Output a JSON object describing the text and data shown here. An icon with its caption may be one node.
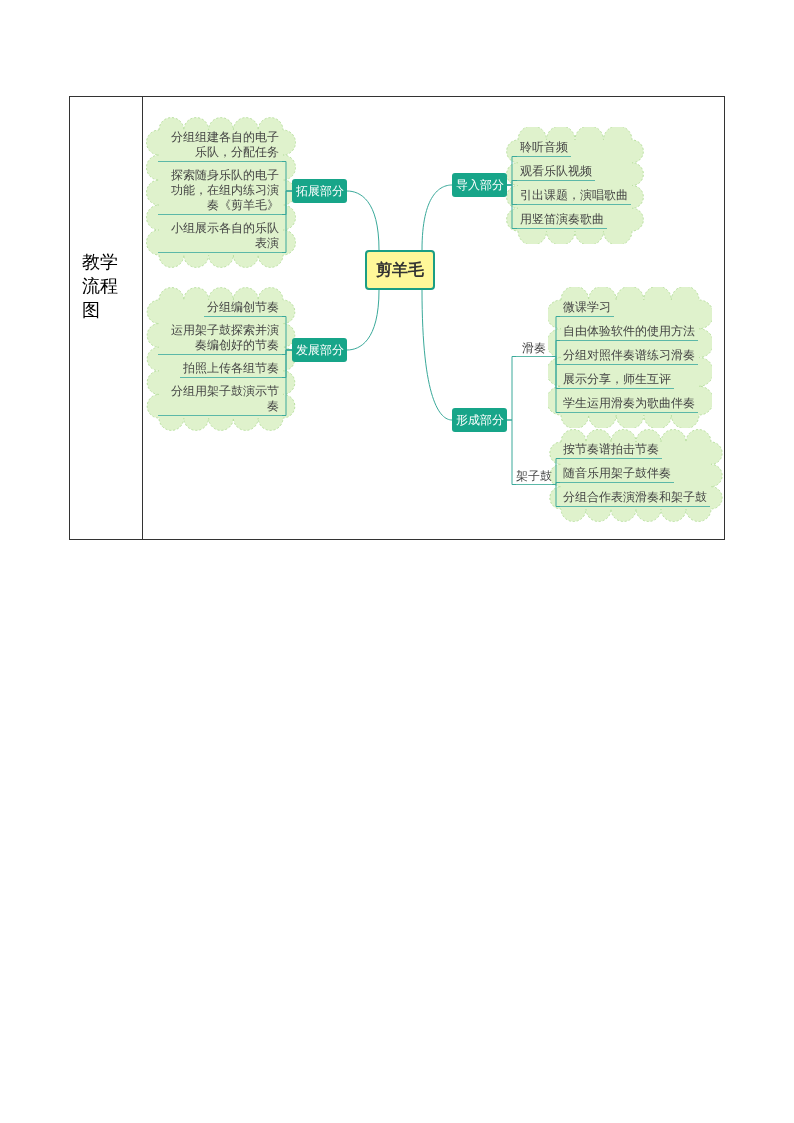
{
  "diagram": {
    "nodes": [
      {
        "text": [
          "剪羊毛"
        ]
      },
      {
        "text": [
          "拓展部分"
        ]
      },
      {
        "text": [],
        "shape": "cloud"
      },
      {
        "text": [
          "分组组建各自的电子乐队，分配任务"
        ],
        "in": 2
      },
      {
        "text": [
          "探索随身乐队的电子功能，在组内练习演奏《剪羊毛》"
        ],
        "in": 2
      },
      {
        "text": [
          "小组展示各自的乐队表演"
        ],
        "in": 2
      },
      {
        "text": [
          "导入部分"
        ]
      },
      {
        "text": [],
        "shape": "cloud"
      },
      {
        "text": [
          "聆听音频"
        ],
        "in": 7
      },
      {
        "text": [
          "观看乐队视频"
        ],
        "in": 7
      },
      {
        "text": [
          "引出课题，演唱歌曲"
        ],
        "in": 7
      },
      {
        "text": [
          "用竖笛演奏歌曲"
        ],
        "in": 7
      },
      {
        "text": [
          "发展部分"
        ]
      },
      {
        "text": [],
        "shape": "cloud"
      },
      {
        "text": [
          "分组编创节奏"
        ],
        "in": 13
      },
      {
        "text": [
          "运用架子鼓探索并演奏编创好的节奏"
        ],
        "in": 13
      },
      {
        "text": [
          "拍照上传各组节奏"
        ],
        "in": 13
      },
      {
        "text": [
          "分组用架子鼓演示节奏"
        ],
        "in": 13
      },
      {
        "text": [
          "形成部分"
        ]
      },
      {
        "text": [
          "滑奏"
        ]
      },
      {
        "text": [],
        "shape": "cloud"
      },
      {
        "text": [
          "微课学习"
        ],
        "in": 20
      },
      {
        "text": [
          "自由体验软件的使用方法"
        ],
        "in": 20
      },
      {
        "text": [
          "分组对照伴奏谱练习滑奏"
        ],
        "in": 20
      },
      {
        "text": [
          "展示分享，师生互评"
        ],
        "in": 20
      },
      {
        "text": [
          "学生运用滑奏为歌曲伴奏"
        ],
        "in": 20
      },
      {
        "text": [
          "架子鼓"
        ]
      },
      {
        "text": [],
        "shape": "cloud"
      },
      {
        "text": [
          "按节奏谱拍击节奏"
        ],
        "in": 27
      },
      {
        "text": [
          "随音乐用架子鼓伴奏"
        ],
        "in": 27
      },
      {
        "text": [
          "分组合作表演滑奏和架子鼓"
        ],
        "in": 27
      }
    ],
    "edges": [
      {
        "from": 0,
        "to": 1,
        "arrow": "none"
      },
      {
        "from": 1,
        "to": 3,
        "arrow": "none"
      },
      {
        "from": 1,
        "to": 4,
        "arrow": "none"
      },
      {
        "from": 1,
        "to": 5,
        "arrow": "none"
      },
      {
        "from": 0,
        "to": 6,
        "arrow": "none"
      },
      {
        "from": 6,
        "to": 8,
        "arrow": "none"
      },
      {
        "from": 6,
        "to": 9,
        "arrow": "none"
      },
      {
        "from": 6,
        "to": 10,
        "arrow": "none"
      },
      {
        "from": 6,
        "to": 11,
        "arrow": "none"
      },
      {
        "from": 0,
        "to": 12,
        "arrow": "none"
      },
      {
        "from": 12,
        "to": 14,
        "arrow": "none"
      },
      {
        "from": 12,
        "to": 15,
        "arrow": "none"
      },
      {
        "from": 12,
        "to": 16,
        "arrow": "none"
      },
      {
        "from": 12,
        "to": 17,
        "arrow": "none"
      },
      {
        "from": 0,
        "to": 18,
        "arrow": "none"
      },
      {
        "from": 18,
        "to": 19,
        "arrow": "none"
      },
      {
        "from": 19,
        "to": 21,
        "arrow": "none"
      },
      {
        "from": 19,
        "to": 22,
        "arrow": "none"
      },
      {
        "from": 19,
        "to": 23,
        "arrow": "none"
      },
      {
        "from": 19,
        "to": 24,
        "arrow": "none"
      },
      {
        "from": 19,
        "to": 25,
        "arrow": "none"
      },
      {
        "from": 18,
        "to": 26,
        "arrow": "none"
      },
      {
        "from": 26,
        "to": 28,
        "arrow": "none"
      },
      {
        "from": 26,
        "to": 29,
        "arrow": "none"
      },
      {
        "from": 26,
        "to": 30,
        "arrow": "none"
      }
    ],
    "labels": [
      "教学流程图"
    ]
  }
}
